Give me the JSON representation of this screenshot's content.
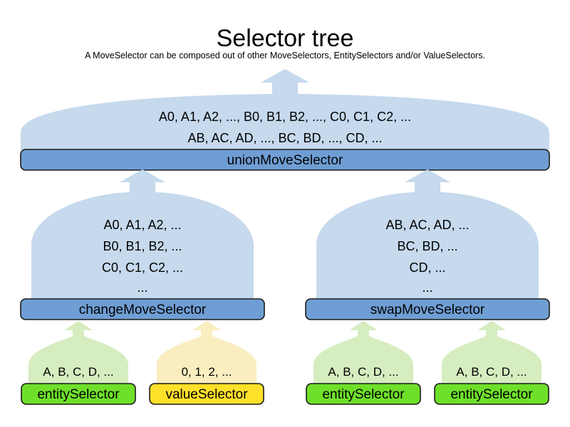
{
  "page": {
    "title": "Selector tree",
    "subtitle": "A MoveSelector can be composed out of other MoveSelectors, EntitySelectors and/or ValueSelectors."
  },
  "colors": {
    "dome_blue": "#c6d9ed",
    "bar_blue": "#6f9ed4",
    "dome_green": "#d6edc0",
    "bar_green": "#6fe02a",
    "dome_yellow": "#faeec0",
    "bar_yellow": "#ffe02a",
    "outline": "#1a1a1a",
    "text": "#000000",
    "background": "#ffffff"
  },
  "nodes": {
    "union": {
      "label": "unionMoveSelector",
      "lines": [
        "A0, A1, A2, ..., B0, B1, B2, ..., C0, C1, C2, ...",
        "AB, AC, AD, ..., BC, BD, ..., CD, ..."
      ]
    },
    "change": {
      "label": "changeMoveSelector",
      "lines": [
        "A0, A1, A2, ...",
        "B0, B1, B2, ...",
        "C0, C1, C2, ...",
        "..."
      ]
    },
    "swap": {
      "label": "swapMoveSelector",
      "lines": [
        "AB, AC, AD, ...",
        "BC, BD, ...",
        "CD, ...",
        "..."
      ]
    },
    "entity_1": {
      "label": "entitySelector",
      "lines": [
        "A, B, C, D, ..."
      ]
    },
    "value_1": {
      "label": "valueSelector",
      "lines": [
        "0, 1, 2, ..."
      ]
    },
    "entity_2": {
      "label": "entitySelector",
      "lines": [
        "A, B, C, D, ..."
      ]
    },
    "entity_3": {
      "label": "entitySelector",
      "lines": [
        "A, B, C, D, ..."
      ]
    }
  }
}
